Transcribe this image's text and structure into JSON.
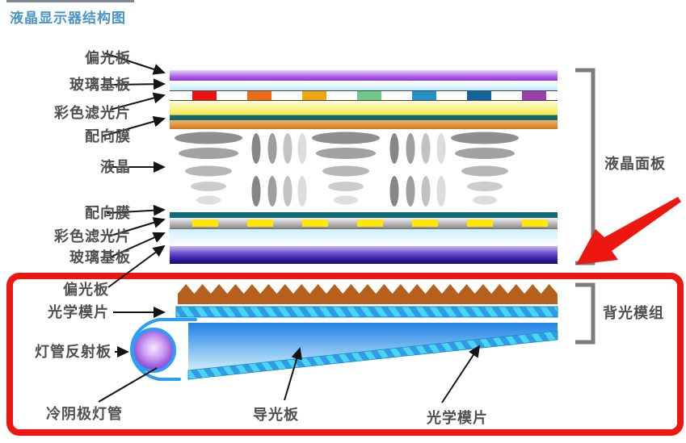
{
  "title": {
    "text": "液晶显示器结构图"
  },
  "colors": {
    "highlight_red": "#ee1611",
    "title_blue": "#4a94c8",
    "label_gray": "#4f4f4f",
    "filter_segments": [
      "#ee1111",
      "#ed6b15",
      "#f0a511",
      "#6fc98b",
      "#2492c4",
      "#15639c",
      "#9b3dad"
    ],
    "tft_dash": "#ffe60a"
  },
  "labels": {
    "polarizer_top": "偏光板",
    "glass_top": "玻璃基板",
    "color_filter_top": "彩色滤光片",
    "alignment_top": "配向膜",
    "liquid_crystal": "液晶",
    "alignment_bottom": "配向膜",
    "color_filter_bottom": "彩色滤光片",
    "glass_bottom": "玻璃基板",
    "polarizer_bottom": "偏光板",
    "optical_film_upper": "光学模片",
    "lamp_reflector": "灯管反射板",
    "ccfl": "冷阴极灯管",
    "light_guide_plate": "导光板",
    "optical_film_lower": "光学模片"
  },
  "groups": {
    "lcd_panel": "液晶面板",
    "backlight_module": "背光模组"
  },
  "tft_layer": {
    "dash_count": 7
  }
}
